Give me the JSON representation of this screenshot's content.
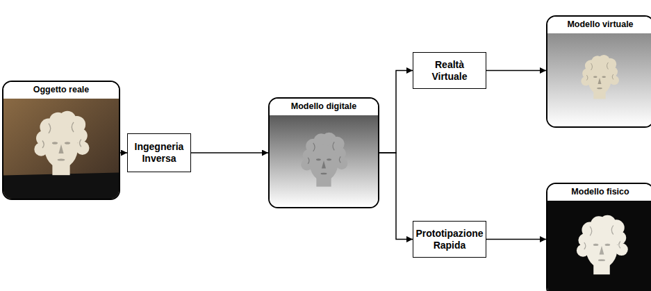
{
  "diagram": {
    "nodes": [
      {
        "text": [
          "Oggetto reale"
        ]
      },
      {
        "text": [
          "Ingegneria Inversa"
        ]
      },
      {
        "text": [
          "Modello digitale"
        ]
      },
      {
        "text": [
          "Realtà Virtuale"
        ]
      },
      {
        "text": [
          "Modello virtuale"
        ]
      },
      {
        "text": [
          "Prototipazione Rapida"
        ]
      },
      {
        "text": [
          "Modello fisico"
        ]
      }
    ],
    "edges": [
      {
        "from": 0,
        "to": 1,
        "arrow": "to"
      },
      {
        "from": 1,
        "to": 2,
        "arrow": "to"
      },
      {
        "from": 2,
        "to": 3,
        "arrow": "to"
      },
      {
        "from": 3,
        "to": 4,
        "arrow": "to"
      },
      {
        "from": 2,
        "to": 5,
        "arrow": "to"
      },
      {
        "from": 5,
        "to": 6,
        "arrow": "to"
      }
    ]
  }
}
